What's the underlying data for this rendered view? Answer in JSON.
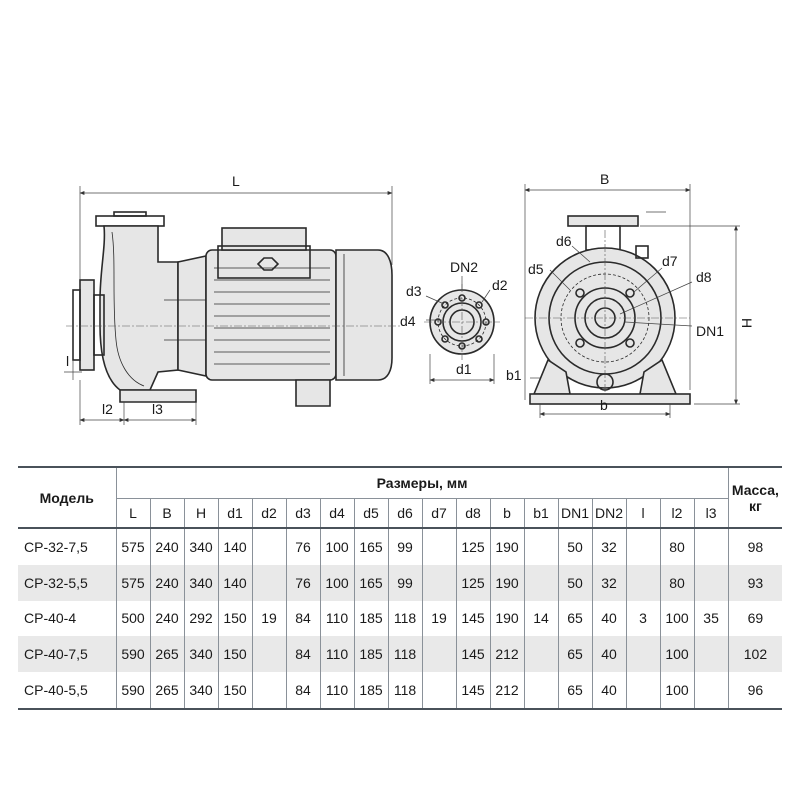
{
  "drawing": {
    "labels": {
      "L": "L",
      "l": "l",
      "l2": "l2",
      "l3": "l3",
      "B": "B",
      "H": "H",
      "b": "b",
      "b1": "b1",
      "d1": "d1",
      "d2": "d2",
      "d3": "d3",
      "d4": "d4",
      "d5": "d5",
      "d6": "d6",
      "d7": "d7",
      "d8": "d8",
      "DN1": "DN1",
      "DN2": "DN2"
    }
  },
  "table": {
    "model_header": "Модель",
    "dims_header": "Размеры, мм",
    "mass_header_1": "Масса,",
    "mass_header_2": "кг",
    "columns": [
      "L",
      "B",
      "H",
      "d1",
      "d2",
      "d3",
      "d4",
      "d5",
      "d6",
      "d7",
      "d8",
      "b",
      "b1",
      "DN1",
      "DN2",
      "l",
      "l2",
      "l3"
    ],
    "rows": [
      {
        "model": "CP-32-7,5",
        "values": [
          "575",
          "240",
          "340",
          "140",
          "",
          "76",
          "100",
          "165",
          "99",
          "",
          "125",
          "190",
          "",
          "50",
          "32",
          "",
          "80",
          ""
        ],
        "mass": "98"
      },
      {
        "model": "CP-32-5,5",
        "values": [
          "575",
          "240",
          "340",
          "140",
          "",
          "76",
          "100",
          "165",
          "99",
          "",
          "125",
          "190",
          "",
          "50",
          "32",
          "",
          "80",
          ""
        ],
        "mass": "93"
      },
      {
        "model": "CP-40-4",
        "values": [
          "500",
          "240",
          "292",
          "150",
          "19",
          "84",
          "110",
          "185",
          "118",
          "19",
          "145",
          "190",
          "14",
          "65",
          "40",
          "3",
          "100",
          "35"
        ],
        "mass": "69"
      },
      {
        "model": "CP-40-7,5",
        "values": [
          "590",
          "265",
          "340",
          "150",
          "",
          "84",
          "110",
          "185",
          "118",
          "",
          "145",
          "212",
          "",
          "65",
          "40",
          "",
          "100",
          ""
        ],
        "mass": "102"
      },
      {
        "model": "CP-40-5,5",
        "values": [
          "590",
          "265",
          "340",
          "150",
          "",
          "84",
          "110",
          "185",
          "118",
          "",
          "145",
          "212",
          "",
          "65",
          "40",
          "",
          "100",
          ""
        ],
        "mass": "96"
      }
    ]
  }
}
